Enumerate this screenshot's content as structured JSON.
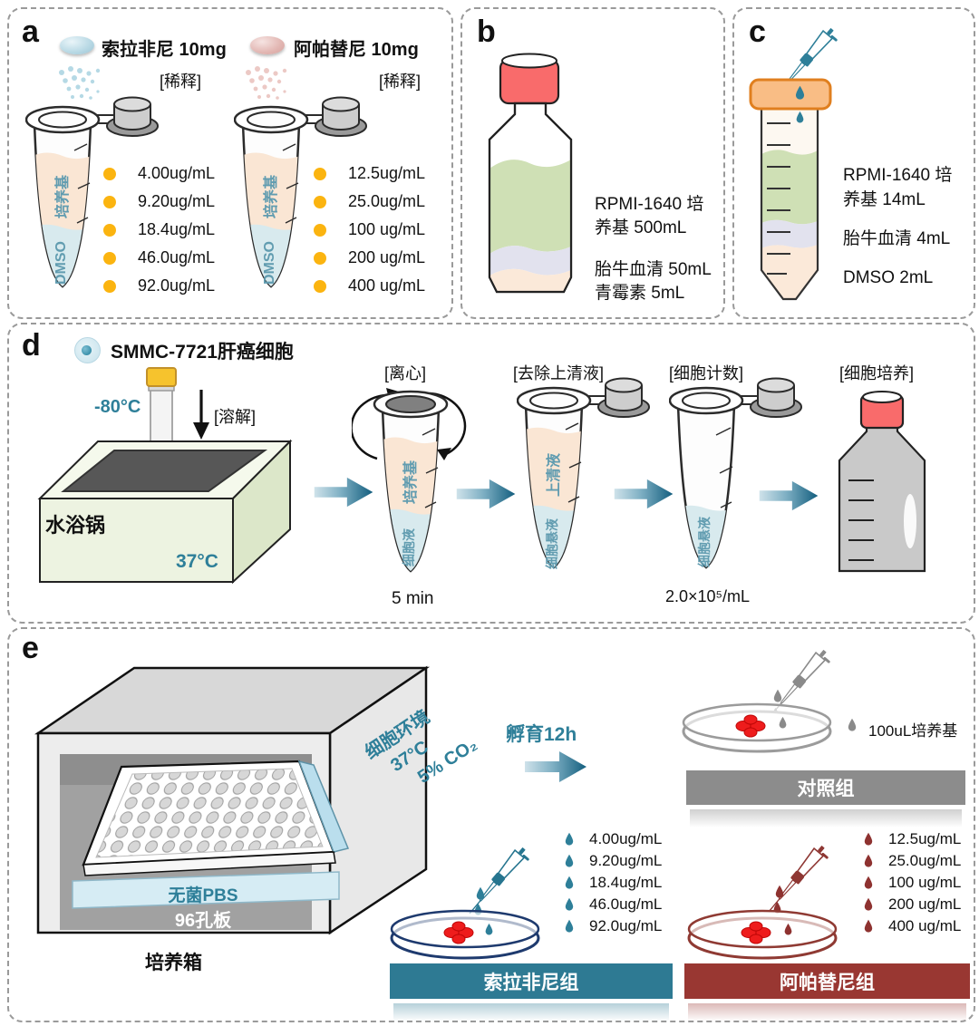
{
  "colors": {
    "accent_teal": "#2E7A93",
    "accent_red": "#993732",
    "control_gray": "#8C8C8C",
    "dot_orange": "#FBB410",
    "drop_teal": "#2E7F99",
    "drop_red": "#8E3230",
    "cap_red": "#F96B6B",
    "cap_orange": "#F9BD85",
    "cap_yellow": "#F6C32D",
    "liquid_medium": "#FAE6D4",
    "liquid_dmso": "#D8EAEE",
    "liquid_green": "#CFE0B5",
    "liquid_serum": "#E2E2EE"
  },
  "panel_a": {
    "letter": "a",
    "dilution_label": "[稀释]",
    "tube_medium_label": "培养基",
    "tube_dmso_label": "DMSO",
    "sorafenib": {
      "title": "索拉非尼 10mg",
      "concentrations": [
        "4.00ug/mL",
        "9.20ug/mL",
        "18.4ug/mL",
        "46.0ug/mL",
        "92.0ug/mL"
      ]
    },
    "apatinib": {
      "title": "阿帕替尼 10mg",
      "concentrations": [
        "12.5ug/mL",
        "25.0ug/mL",
        "100 ug/mL",
        "200 ug/mL",
        "400 ug/mL"
      ]
    }
  },
  "panel_b": {
    "letter": "b",
    "line1": "RPMI-1640 培",
    "line2": "养基 500mL",
    "line3": "胎牛血清 50mL",
    "line4": "青霉素 5mL"
  },
  "panel_c": {
    "letter": "c",
    "line1": "RPMI-1640 培",
    "line2": "养基 14mL",
    "line3": "胎牛血清 4mL",
    "line4": "DMSO 2mL"
  },
  "panel_d": {
    "letter": "d",
    "cell_line": "SMMC-7721肝癌细胞",
    "freeze_temp": "-80°C",
    "dissolve_label": "[溶解]",
    "water_bath_label": "水浴锅",
    "bath_temp": "37°C",
    "centrifuge_label": "[离心]",
    "centrifuge_time": "5 min",
    "tube1_top": "培养基",
    "tube1_bottom": "细胞液",
    "remove_label": "[去除上清液]",
    "tube2_top": "上清液",
    "tube2_bottom": "细胞悬液",
    "count_label": "[细胞计数]",
    "tube3_bottom": "细胞悬液",
    "cell_density": "2.0×10⁵/mL",
    "culture_label": "[细胞培养]"
  },
  "panel_e": {
    "letter": "e",
    "incubator_label": "培养箱",
    "plate_label": "96孔板",
    "pbs_label": "无菌PBS",
    "env_line1": "细胞环境",
    "env_line2": "37°C",
    "env_line3": "5% CO₂",
    "incubate_label": "孵育12h",
    "control": {
      "name": "对照组",
      "note": "100uL培养基"
    },
    "sorafenib_group": {
      "name": "索拉非尼组",
      "concentrations": [
        "4.00ug/mL",
        "9.20ug/mL",
        "18.4ug/mL",
        "46.0ug/mL",
        "92.0ug/mL"
      ]
    },
    "apatinib_group": {
      "name": "阿帕替尼组",
      "concentrations": [
        "12.5ug/mL",
        "25.0ug/mL",
        "100 ug/mL",
        "200 ug/mL",
        "400 ug/mL"
      ]
    }
  }
}
